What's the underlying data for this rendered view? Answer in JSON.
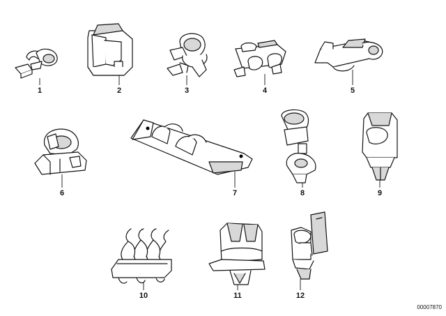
{
  "parts": [
    {
      "number": "1",
      "icon": "small-pipe-clip-icon"
    },
    {
      "number": "2",
      "icon": "square-cable-holder-icon"
    },
    {
      "number": "3",
      "icon": "double-hose-clip-icon"
    },
    {
      "number": "4",
      "icon": "twin-pipe-clip-icon"
    },
    {
      "number": "5",
      "icon": "angled-pipe-holder-icon"
    },
    {
      "number": "6",
      "icon": "clamp-holder-icon"
    },
    {
      "number": "7",
      "icon": "mounting-bracket-icon"
    },
    {
      "number": "8",
      "icon": "stacked-clip-icon"
    },
    {
      "number": "9",
      "icon": "push-in-clip-icon"
    },
    {
      "number": "10",
      "icon": "multi-line-clip-icon"
    },
    {
      "number": "11",
      "icon": "double-push-clip-icon"
    },
    {
      "number": "12",
      "icon": "tall-push-clip-icon"
    }
  ],
  "diagram_ref": "00007870"
}
